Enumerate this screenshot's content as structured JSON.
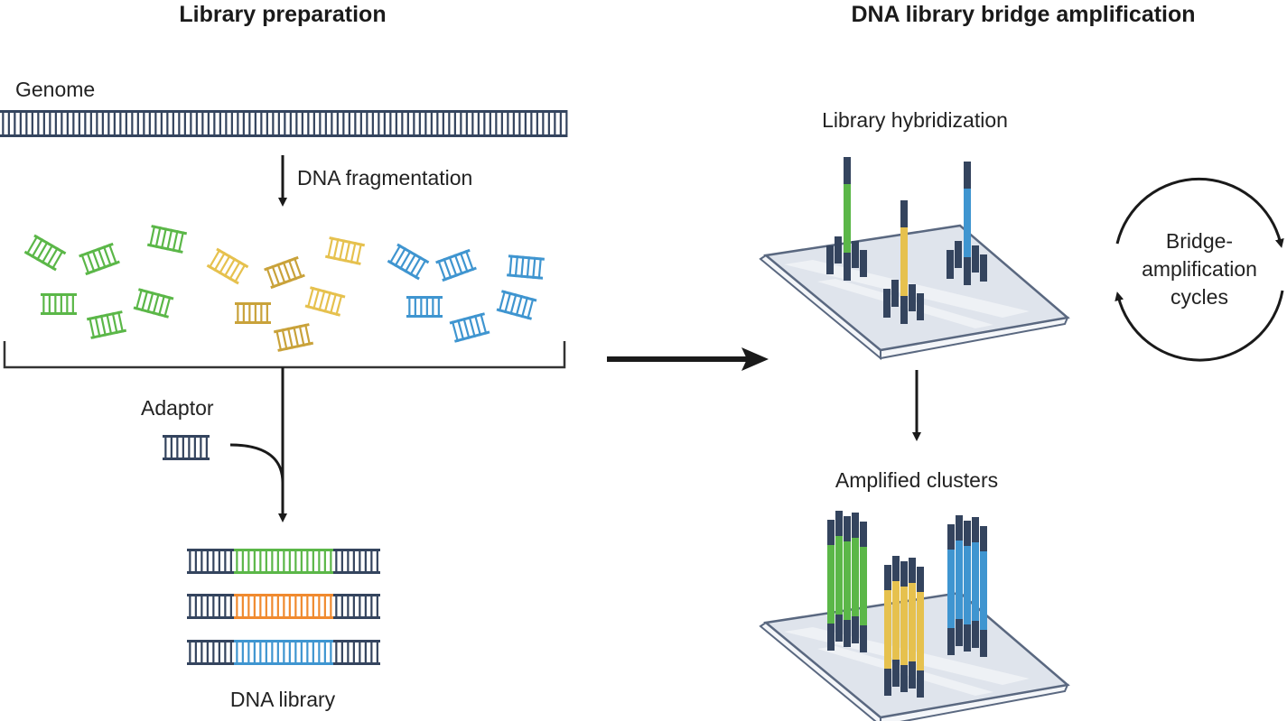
{
  "left_title": "Library preparation",
  "right_title": "DNA library bridge amplification",
  "labels": {
    "genome": "Genome",
    "fragmentation": "DNA fragmentation",
    "adaptor": "Adaptor",
    "dna_library": "DNA library",
    "hybridization": "Library hybridization",
    "amplified": "Amplified clusters",
    "cycle_line1": "Bridge-",
    "cycle_line2": "amplification",
    "cycle_line3": "cycles"
  },
  "colors": {
    "navy": "#34445e",
    "green": "#5bb748",
    "yellow": "#e6c14e",
    "gold": "#c9a23a",
    "blue": "#3f95d0",
    "orange": "#f08a2f",
    "slide": "#dfe4ec",
    "slide_edge": "#5a6880"
  }
}
